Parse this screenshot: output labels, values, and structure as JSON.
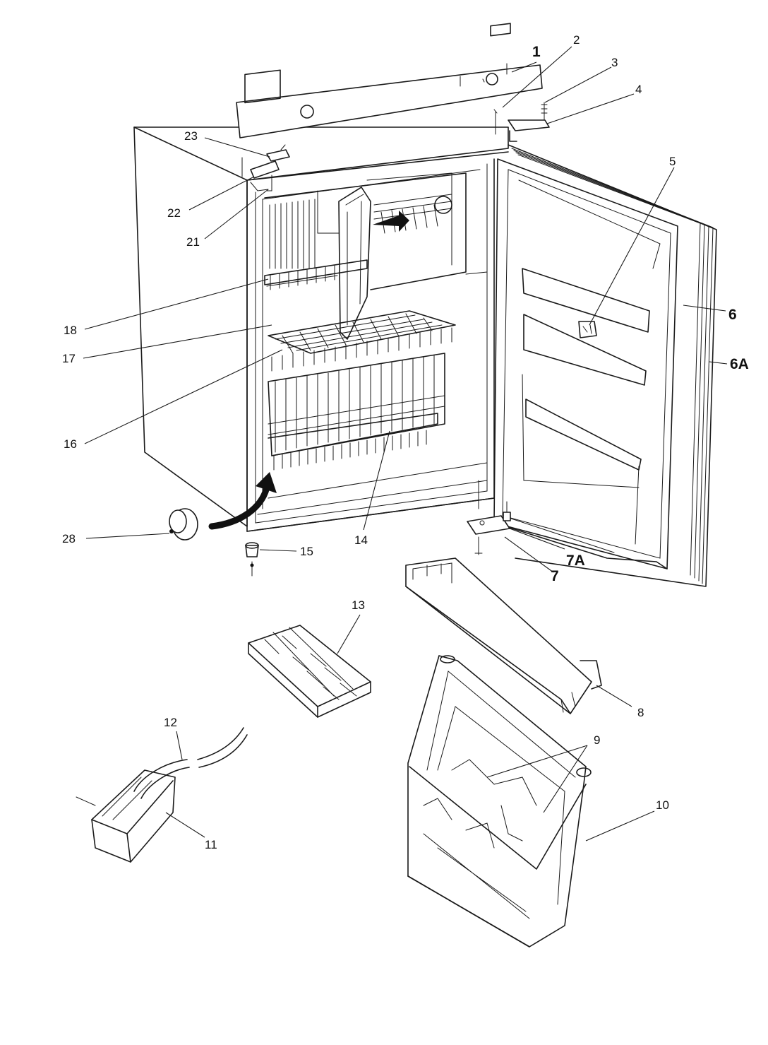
{
  "labels": {
    "p1": "1",
    "p2": "2",
    "p3": "3",
    "p4": "4",
    "p5": "5",
    "p6": "6",
    "p6a": "6A",
    "p7": "7",
    "p7a": "7A",
    "p8": "8",
    "p9": "9",
    "p10": "10",
    "p11": "11",
    "p12": "12",
    "p13": "13",
    "p14": "14",
    "p15": "15",
    "p16": "16",
    "p17": "17",
    "p18": "18",
    "p21": "21",
    "p22": "22",
    "p23": "23",
    "p28": "28"
  }
}
